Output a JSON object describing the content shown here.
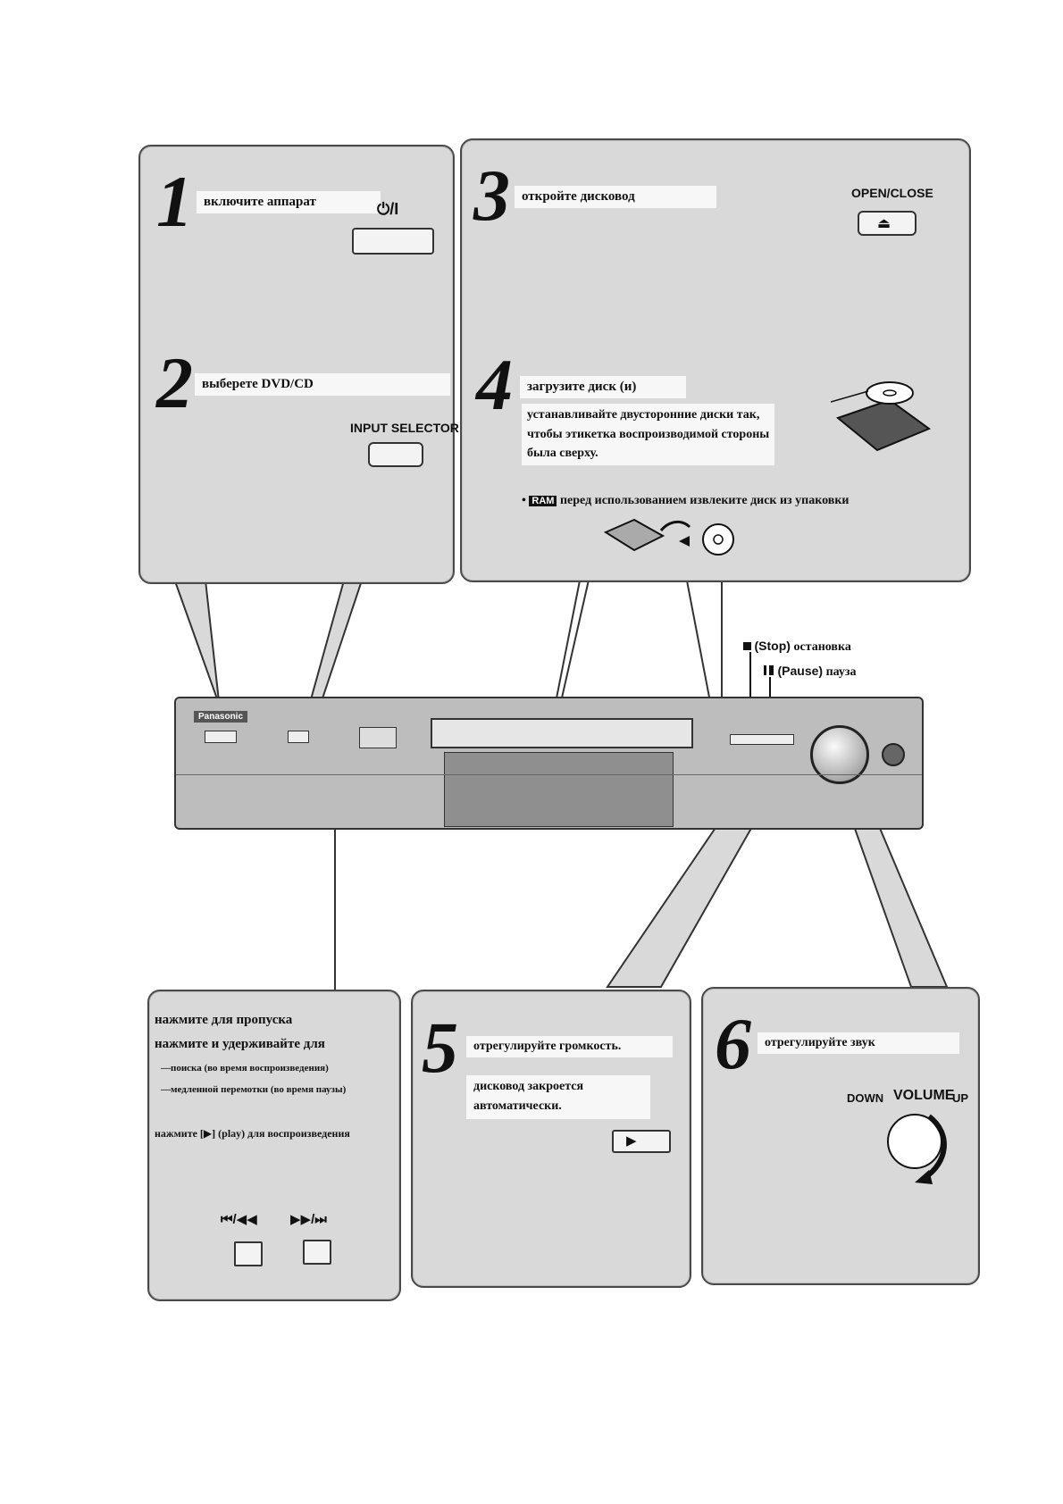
{
  "step1": {
    "number": "1",
    "label": "включите аппарат",
    "power_symbol": "⏻/I"
  },
  "step2": {
    "number": "2",
    "label": "выберете DVD/CD",
    "button_caption": "INPUT SELECTOR"
  },
  "step3": {
    "number": "3",
    "label": "откройте дисковод",
    "button_caption": "OPEN/CLOSE",
    "eject_symbol": "⏏"
  },
  "step4": {
    "number": "4",
    "label": "загрузите диск (и)",
    "note1_lines": [
      "устанавливайте двусторонние диски так,",
      "чтобы этикетка воспроизводимой стороны",
      "была сверху."
    ],
    "ram_badge": "RAM",
    "note2": "перед использованием извлеките диск из  упаковки"
  },
  "controls": {
    "stop_label": "(Stop)",
    "stop_text": "остановка",
    "pause_label": "(Pause)",
    "pause_text": "пауза"
  },
  "device": {
    "brand": "Panasonic"
  },
  "skip_panel": {
    "line1": "нажмите для пропуска",
    "line2": "нажмите и удерживайте для",
    "sub1": "—поиска (во время воспроизведения)",
    "sub2": "—медленной перемотки (во время паузы)",
    "play_prefix": "нажмите [",
    "play_symbol": "▶",
    "play_suffix": "] (play) для воспроизведения",
    "btn_prev": "⏮/◀◀",
    "btn_next": "▶▶/⏭"
  },
  "step5": {
    "number": "5",
    "label": "отрегулируйте громкость.",
    "note_lines": [
      "дисковод закроется",
      "автоматически."
    ],
    "play_symbol": "▶"
  },
  "step6": {
    "number": "6",
    "label": "отрегулируйте звук",
    "down": "DOWN",
    "volume": "VOLUME",
    "up": "UP"
  }
}
